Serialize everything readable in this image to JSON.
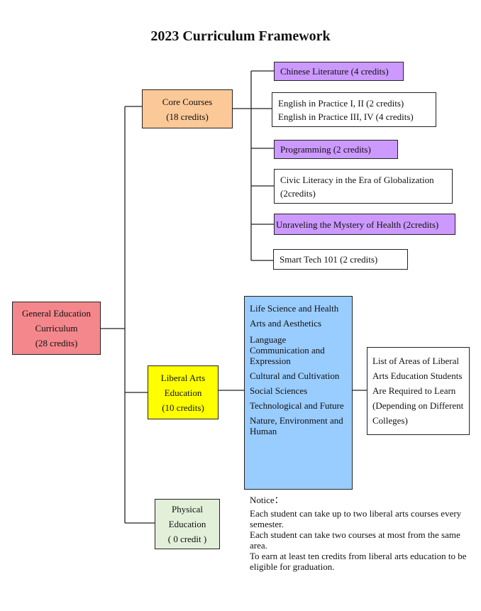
{
  "title": "2023 Curriculum Framework",
  "colors": {
    "root": "#f4878c",
    "core": "#fbc898",
    "liberal": "#ffff00",
    "physical": "#e2efd9",
    "purple": "#cc99ff",
    "areas": "#99ccff"
  },
  "root": {
    "line1": "General Education",
    "line2": "Curriculum",
    "line3": "(28 credits)"
  },
  "core": {
    "line1": "Core Courses",
    "line2": "(18 credits)"
  },
  "core_courses": {
    "chinese": "Chinese Literature (4 credits)",
    "english1": "English in Practice I, II (2 credits)",
    "english2": "English in Practice III, IV (4 credits)",
    "programming": "Programming (2 credits)",
    "civic1": "Civic Literacy in the Era of Globalization",
    "civic2": "(2credits)",
    "health": "Unraveling the Mystery of Health (2credits)",
    "smart": "Smart Tech 101 (2 credits)"
  },
  "liberal": {
    "line1": "Liberal Arts",
    "line2": "Education",
    "line3": "(10 credits)"
  },
  "areas": [
    "Life Science and Health",
    "Arts and Aesthetics",
    "Language Communication and Expression",
    "Cultural and Cultivation",
    "Social Sciences",
    "Technological and Future",
    "Nature, Environment and Human"
  ],
  "areas_note": "List of Areas of Liberal Arts Education Students Are Required to Learn (Depending on Different Colleges)",
  "physical": {
    "line1": "Physical",
    "line2": "Education",
    "line3": "( 0 credit )"
  },
  "notice": {
    "heading": "Notice：",
    "items": [
      "Each student can take up to two liberal arts courses every semester.",
      "Each student can take two courses at most from the same area.",
      "To earn at least ten credits from liberal arts education to be eligible for graduation."
    ]
  }
}
